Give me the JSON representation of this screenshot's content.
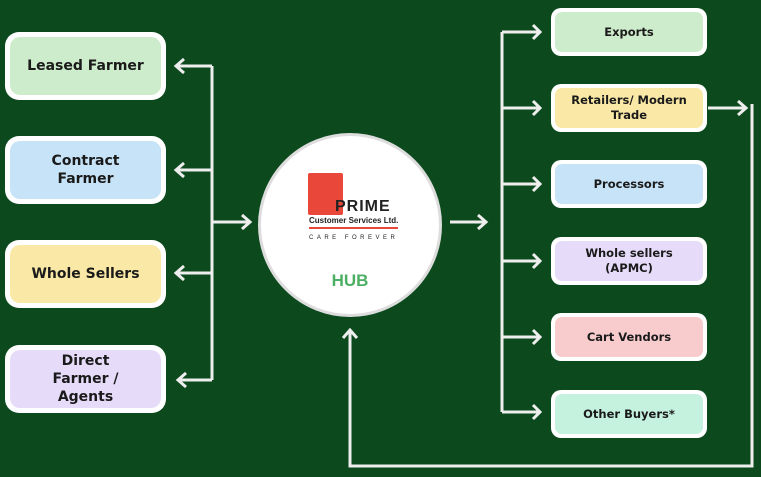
{
  "colors": {
    "background": "#0c4a1e",
    "green": "#cdeccb",
    "blue": "#c6e3f7",
    "yellow": "#f9e8a6",
    "purple": "#e6dcfa",
    "pink": "#f8cccc",
    "mint": "#c4f2de",
    "hub": "#4caf63",
    "logo_red": "#e8473a"
  },
  "sources": [
    "Leased Farmer",
    "Contract Farmer",
    "Whole Sellers",
    "Direct Farmer / Agents"
  ],
  "hub": {
    "logo_brand": "PRIME",
    "logo_company": "Customer Services Ltd.",
    "logo_tagline": "CARE FOREVER",
    "label": "HUB"
  },
  "buyers": [
    "Exports",
    "Retailers/ Modern Trade",
    "Processors",
    "Whole sellers (APMC)",
    "Cart Vendors",
    "Other Buyers*"
  ]
}
